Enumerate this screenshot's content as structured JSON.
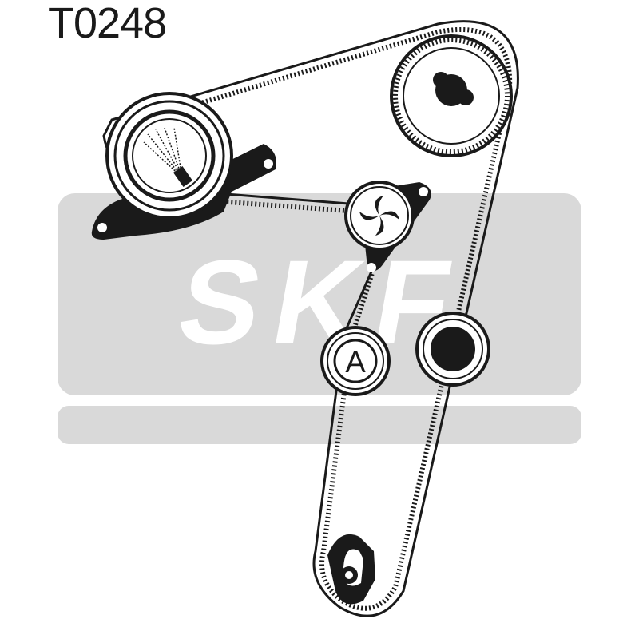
{
  "diagram": {
    "part_code": "T0248",
    "brand_watermark": "SKF",
    "pulley_label": "A",
    "colors": {
      "ink": "#1a1a1a",
      "watermark_gray": "#d9d9d9",
      "background": "#ffffff"
    }
  }
}
